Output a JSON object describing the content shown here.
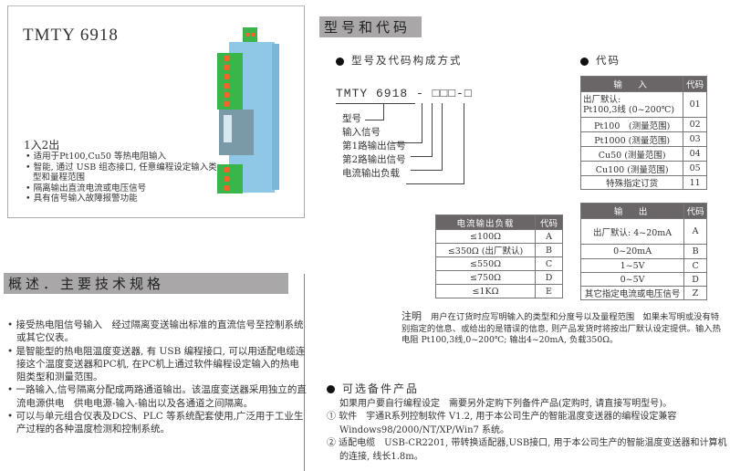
{
  "product": {
    "title": "TMTY 6918",
    "subtitle": "1入2出",
    "features": [
      "适用于Pt100,Cu50 等热电阻输入",
      "智能, 通过 USB 组态接口, 任意编程设定输入类型和量程范围",
      "隔离输出直流电流或电压信号",
      "具有信号输入故障报警功能"
    ]
  },
  "overview": {
    "title": "概述．主要技术规格",
    "items": [
      "接受热电阻信号输入　经过隔离变送输出标准的直流信号至控制系统或其它仪表。",
      "是智能型的热电阻温度变送器, 有 USB 编程接口, 可以用适配电缆连接这个温度变送器和PC机, 在PC机上通过软件编程设定输入的热电阻类型和测量范围。",
      "一路输入,信号隔离分配成两路通道输出。该温度变送器采用独立的直流电源供电　供电电源-输入-输出以及各通道之间隔离。",
      "可以与单元组合仪表及DCS、PLC 等系统配套使用,广泛用于工业生产过程的各种温度检测和控制系统。"
    ]
  },
  "model_code": {
    "title": "型号和代码",
    "structure_heading": "型号及代码构成方式",
    "model_string": "TMTY 6918 - □□□-□",
    "labels": [
      "型号",
      "输入信号",
      "第1路输出信号",
      "第2路输出信号",
      "电流输出负载"
    ],
    "code_heading": "代码"
  },
  "input_table": {
    "headers": [
      "输　入",
      "代码"
    ],
    "rows": [
      [
        "出厂默认:\nPt100,3线 (0~200℃)",
        "01"
      ],
      [
        "Pt100　(测量范围)",
        "02"
      ],
      [
        "Pt1000 (测量范围)",
        "03"
      ],
      [
        "Cu50 (测量范围)",
        "04"
      ],
      [
        "Cu100 (测量范围)",
        "05"
      ],
      [
        "特殊指定订货",
        "11"
      ]
    ]
  },
  "output_table": {
    "headers": [
      "输　出",
      "代码"
    ],
    "rows": [
      [
        "出厂默认: 4~20mA",
        "A"
      ],
      [
        "0~20mA",
        "B"
      ],
      [
        "1~5V",
        "C"
      ],
      [
        "0~5V",
        "D"
      ],
      [
        "其它指定电流或电压信号",
        "Z"
      ]
    ]
  },
  "load_table": {
    "headers": [
      "电流输出负载",
      "代码"
    ],
    "rows": [
      [
        "≤100Ω",
        "A"
      ],
      [
        "≤350Ω (出厂默认)",
        "B"
      ],
      [
        "≤550Ω",
        "C"
      ],
      [
        "≤750Ω",
        "D"
      ],
      [
        "≤1KΩ",
        "E"
      ]
    ]
  },
  "note": {
    "label": "注明",
    "text": "用户在订货时应写明输入的类型和分度号以及量程范围　如果未写明或没有特别指定的信息、或给出的是错误的信息, 则产品发货时将按出厂默认设定提供。输入热电阻 Pt100,3线,0~200℃; 输出4~20mA, 负载350Ω。"
  },
  "optional": {
    "heading": "可选备件产品",
    "intro": "如果用户要自行编程设定　需要另外定购下列备件产品(定购时, 请直接写明型号)。",
    "items": [
      "① 软件　宇通R系列控制软件 V1.2, 用于本公司生产的智能温度变送器的编程设定兼容 Windows98/2000/NT/XP/Win7 系统。",
      "② 适配电缆　USB-CR2201, 带转换适配器,USB接口, 用于本公司生产的智能温度变送器和计算机的连接, 线长1.8m。"
    ]
  }
}
